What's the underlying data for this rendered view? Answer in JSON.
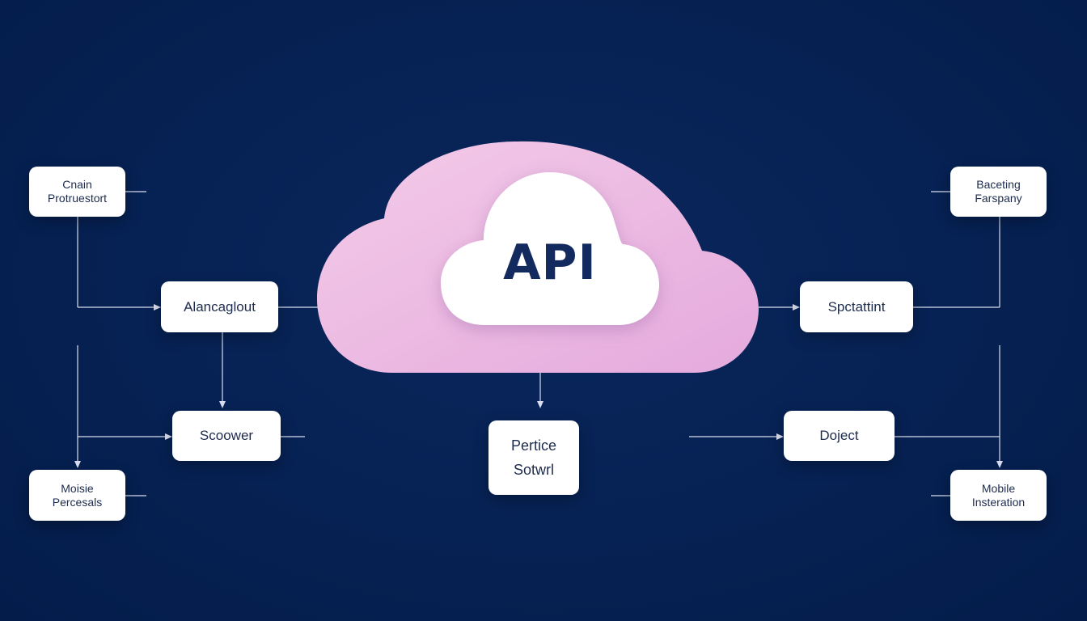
{
  "diagram": {
    "center": {
      "label": "API"
    },
    "nodes": {
      "top_left": [
        "Cnain",
        "Protruestort"
      ],
      "mid_left": [
        "Alancaglout"
      ],
      "lower_left": [
        "Scoower"
      ],
      "bottom_left": [
        "Moisie",
        "Percesals"
      ],
      "bottom_center": [
        "Pertice",
        "Sotwrl"
      ],
      "top_right": [
        "Baceting",
        "Farspany"
      ],
      "mid_right": [
        "Spctattint"
      ],
      "lower_right": [
        "Doject"
      ],
      "bottom_right": [
        "Mobile",
        "Insteration"
      ]
    },
    "colors": {
      "background": "#052152",
      "cloud_outer": "#ecc3e6",
      "cloud_inner": "#ffffff",
      "node_fill": "#ffffff",
      "node_text": "#1d2b4d",
      "connector": "#d9def0"
    }
  }
}
